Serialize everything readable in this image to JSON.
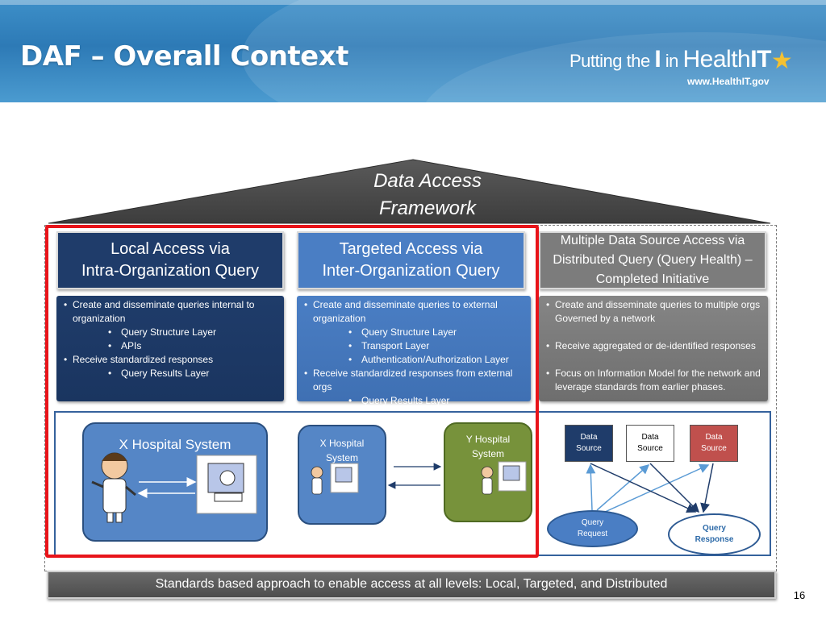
{
  "slide": {
    "title": "DAF – Overall Context",
    "logo": {
      "prefix": "Putting the ",
      "i": "I",
      "mid": " in ",
      "health": "Health",
      "it": "IT",
      "url": "www.HealthIT.gov"
    },
    "framework": {
      "line1": "Data Access",
      "line2": "Framework"
    },
    "columns": {
      "local": {
        "header": [
          "Local Access via",
          "Intra-Organization Query"
        ],
        "bullets": [
          {
            "type": "item",
            "text": "Create and disseminate queries internal to"
          },
          {
            "type": "cont",
            "text": "organization"
          },
          {
            "type": "sub",
            "text": "Query Structure Layer"
          },
          {
            "type": "sub",
            "text": "APIs"
          },
          {
            "type": "item",
            "text": "Receive standardized responses"
          },
          {
            "type": "sub",
            "text": "Query Results Layer"
          }
        ]
      },
      "targeted": {
        "header": [
          "Targeted Access via",
          "Inter-Organization Query"
        ],
        "bullets": [
          {
            "type": "item",
            "text": "Create and disseminate queries to external"
          },
          {
            "type": "cont",
            "text": "organization"
          },
          {
            "type": "sub",
            "text": "Query Structure Layer"
          },
          {
            "type": "sub",
            "text": "Transport Layer"
          },
          {
            "type": "sub",
            "text": "Authentication/Authorization Layer"
          },
          {
            "type": "item",
            "text": "Receive standardized responses from external orgs"
          },
          {
            "type": "sub",
            "text": "Query Results Layer"
          }
        ]
      },
      "multi": {
        "header": [
          "Multiple Data Source Access via",
          "Distributed Query (Query Health) –",
          "Completed Initiative"
        ],
        "bullets": [
          {
            "type": "item",
            "text": "Create and disseminate queries to multiple orgs"
          },
          {
            "type": "cont",
            "text": "Governed by a network"
          },
          {
            "type": "gap",
            "text": ""
          },
          {
            "type": "item",
            "text": "Receive aggregated or  de-identified responses"
          },
          {
            "type": "gap",
            "text": ""
          },
          {
            "type": "item",
            "text": "Focus on Information Model for the network and"
          },
          {
            "type": "cont",
            "text": "leverage standards from earlier phases."
          }
        ]
      }
    },
    "illustration": {
      "x_hospital_large": "X Hospital System",
      "x_hospital_small": [
        "X Hospital",
        "System"
      ],
      "y_hospital": [
        "Y Hospital",
        "System"
      ],
      "data_sources": [
        {
          "line1": "Data",
          "line2": "Source"
        },
        {
          "line1": "Data",
          "line2": "Source"
        },
        {
          "line1": "Data",
          "line2": "Source"
        }
      ],
      "query_request": [
        "Query",
        "Request"
      ],
      "query_response": [
        "Query",
        "Response"
      ]
    },
    "footer": "Standards based approach to enable access at all levels: Local, Targeted, and Distributed",
    "page_number": "16"
  }
}
